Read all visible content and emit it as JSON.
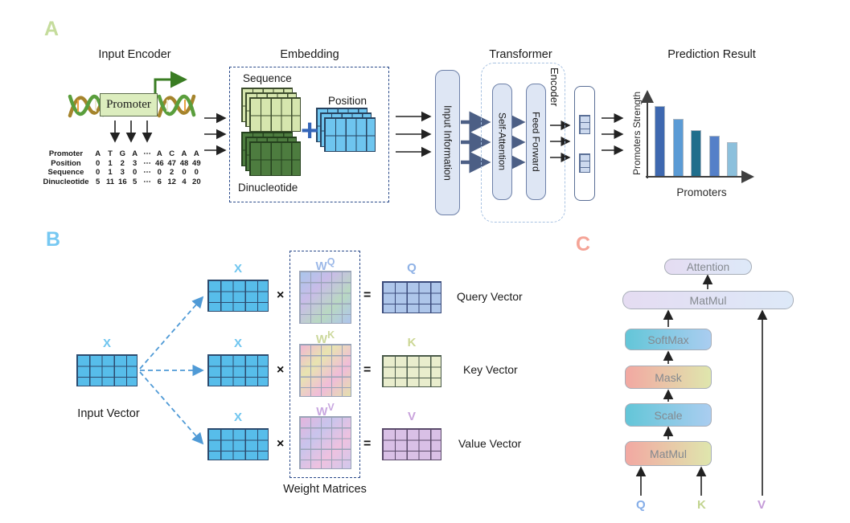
{
  "panel_a": {
    "label": "A",
    "input_encoder": {
      "title": "Input Encoder",
      "promoter_box": "Promoter"
    },
    "table": {
      "rows": [
        {
          "label": "Promoter",
          "color": "#c6dfa6",
          "values": [
            "A",
            "T",
            "G",
            "A",
            "⋯",
            "A",
            "C",
            "A",
            "A"
          ]
        },
        {
          "label": "Position",
          "color": "#f6b52e",
          "values": [
            "0",
            "1",
            "2",
            "3",
            "⋯",
            "46",
            "47",
            "48",
            "49"
          ]
        },
        {
          "label": "Sequence",
          "color": "#57a9e0",
          "values": [
            "0",
            "1",
            "3",
            "0",
            "⋯",
            "0",
            "2",
            "0",
            "0"
          ]
        },
        {
          "label": "Dinucleotide",
          "color": "#a9c9e8",
          "values": [
            "5",
            "11",
            "16",
            "5",
            "⋯",
            "6",
            "12",
            "4",
            "20"
          ]
        }
      ]
    },
    "embedding": {
      "title": "Embedding",
      "sequence": "Sequence",
      "dinucleotide": "Dinucleotide",
      "position": "Position",
      "plus": "+"
    },
    "transformer": {
      "title": "Transformer",
      "input_information": "Input Information",
      "self_attention": "Self-Attention",
      "feed_forward": "Feed Forward",
      "encoder": "Encoder"
    },
    "prediction": {
      "title": "Prediction Result",
      "ylabel": "Promoters Strength",
      "xlabel": "Promoters"
    }
  },
  "panel_b": {
    "label": "B",
    "input_vector": "Input Vector",
    "x": "X",
    "times": "×",
    "equals": "=",
    "weight_matrices": "Weight Matrices",
    "rows": [
      {
        "w_base": "W",
        "w_sup": "Q",
        "w_color": "#9db9e8",
        "result": "Q",
        "result_color": "#8fb2e6",
        "vector": "Query Vector"
      },
      {
        "w_base": "W",
        "w_sup": "K",
        "w_color": "#ccd89c",
        "result": "K",
        "result_color": "#ccd795",
        "vector": "Key Vector"
      },
      {
        "w_base": "W",
        "w_sup": "V",
        "w_color": "#c9a8e0",
        "result": "V",
        "result_color": "#c9a3dc",
        "vector": "Value Vector"
      }
    ]
  },
  "panel_c": {
    "label": "C",
    "attention": "Attention",
    "matmul_top": "MatMul",
    "softmax": "SoftMax",
    "mask": "Mask",
    "scale": "Scale",
    "matmul_bottom": "MatMul",
    "q": "Q",
    "k": "K",
    "v": "V",
    "q_color": "#86aee8",
    "k_color": "#c2d490",
    "v_color": "#c49ad8"
  },
  "chart_data": {
    "type": "bar",
    "title": "Prediction Result",
    "xlabel": "Promoters",
    "ylabel": "Promoters Strength",
    "categories": [
      "",
      "",
      "",
      "",
      ""
    ],
    "values": [
      0.9,
      0.73,
      0.59,
      0.52,
      0.43
    ],
    "colors": [
      "#3e68b0",
      "#5b9bd5",
      "#1f6e8c",
      "#5580c8",
      "#8cc0dc"
    ],
    "ylim": [
      0,
      1
    ],
    "legend": false,
    "grid": false
  }
}
